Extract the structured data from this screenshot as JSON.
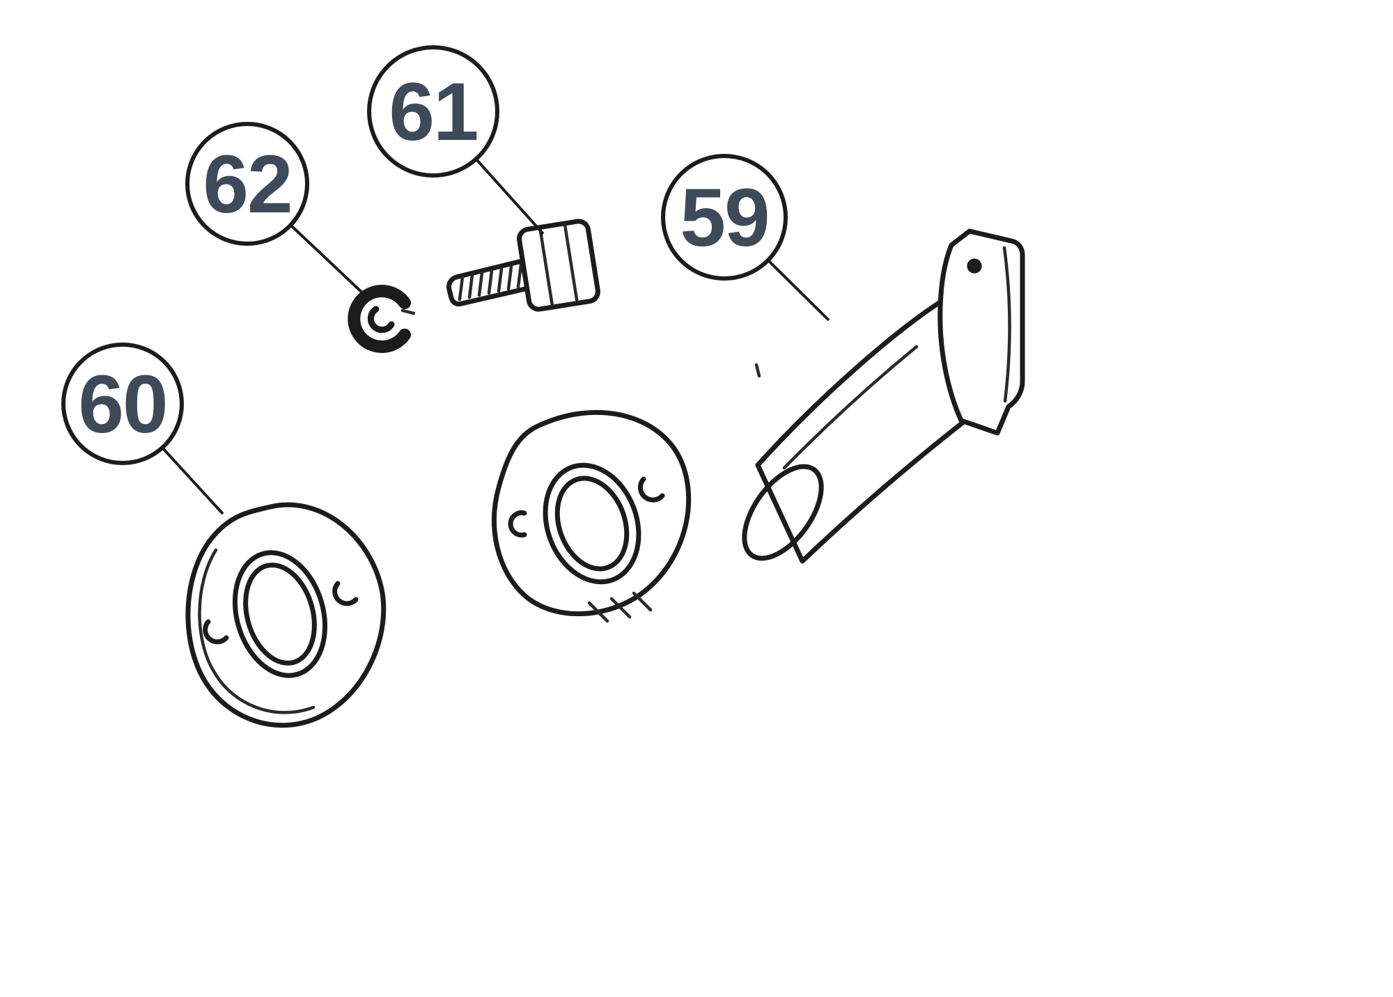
{
  "diagram": {
    "type": "exploded-parts-diagram",
    "background_color": "#ffffff",
    "line_color": "#1c1c1c",
    "number_color": "#3e4a5a",
    "callouts": {
      "c59": {
        "label": "59",
        "part": "exhaust-pipe"
      },
      "c60": {
        "label": "60",
        "part": "flange-gasket"
      },
      "c61": {
        "label": "61",
        "part": "hex-bolt"
      },
      "c62": {
        "label": "62",
        "part": "clamp-nut"
      }
    }
  }
}
